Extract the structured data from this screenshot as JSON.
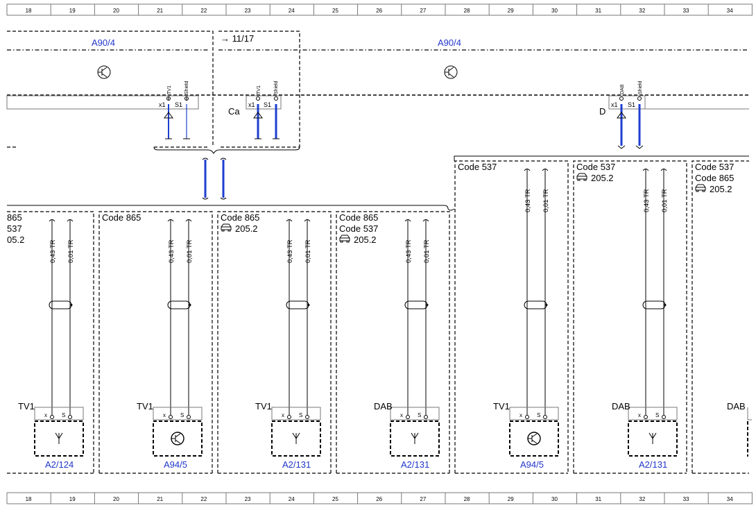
{
  "ruler": {
    "top": [
      "18",
      "19",
      "20",
      "21",
      "22",
      "23",
      "24",
      "25",
      "26",
      "27",
      "28",
      "29",
      "30",
      "31",
      "32",
      "33",
      "34"
    ],
    "bottom": [
      "18",
      "19",
      "20",
      "21",
      "22",
      "23",
      "24",
      "25",
      "26",
      "27",
      "28",
      "29",
      "30",
      "31",
      "32",
      "33",
      "34"
    ]
  },
  "top_units": {
    "left_label": "A90/4",
    "right_label": "A90/4",
    "ref_label": "→ 11/17",
    "ca_label": "Ca",
    "d_label": "D",
    "pin_x1": "x1",
    "pin_s1": "S1",
    "sig_tv1": "TV1",
    "sig_shield": "Shield",
    "sig_dab": "DAB"
  },
  "columns": [
    {
      "codes": [
        "865",
        "537",
        "05.2"
      ],
      "signal": "TV1",
      "component": "A2/124",
      "wire1": "0,43 TR",
      "wire2": "0,01 TR",
      "icon": "antenna-icon"
    },
    {
      "codes": [
        "Code 865"
      ],
      "signal": "TV1",
      "component": "A94/5",
      "wire1": "0,43 TR",
      "wire2": "0,01 TR",
      "icon": "transistor-icon"
    },
    {
      "codes": [
        "Code 865"
      ],
      "car_ref": "205.2",
      "signal": "TV1",
      "component": "A2/131",
      "wire1": "0,43 TR",
      "wire2": "0,01 TR",
      "icon": "antenna-icon"
    },
    {
      "codes": [
        "Code 865",
        "Code 537"
      ],
      "car_ref": "205.2",
      "signal": "DAB",
      "component": "A2/131",
      "wire1": "0,43 TR",
      "wire2": "0,01 TR",
      "icon": "antenna-icon"
    },
    {
      "codes": [
        "Code 537"
      ],
      "signal": "TV1",
      "component": "A94/5",
      "wire1": "0,43 TR",
      "wire2": "0,01 TR",
      "icon": "transistor-icon"
    },
    {
      "codes": [
        "Code 537"
      ],
      "car_ref": "205.2",
      "signal": "DAB",
      "component": "A2/131",
      "wire1": "0,43 TR",
      "wire2": "0,01 TR",
      "icon": "antenna-icon"
    },
    {
      "codes": [
        "Code 537",
        "Code 865"
      ],
      "car_ref": "205.2",
      "signal": "DAB",
      "component": "",
      "wire1": "",
      "wire2": "",
      "icon": ""
    }
  ],
  "pins": {
    "x": "x",
    "s": "S"
  },
  "colors": {
    "wire_blue": "#1f3fd0",
    "label_blue": "#1f35c9",
    "line": "#000000"
  }
}
